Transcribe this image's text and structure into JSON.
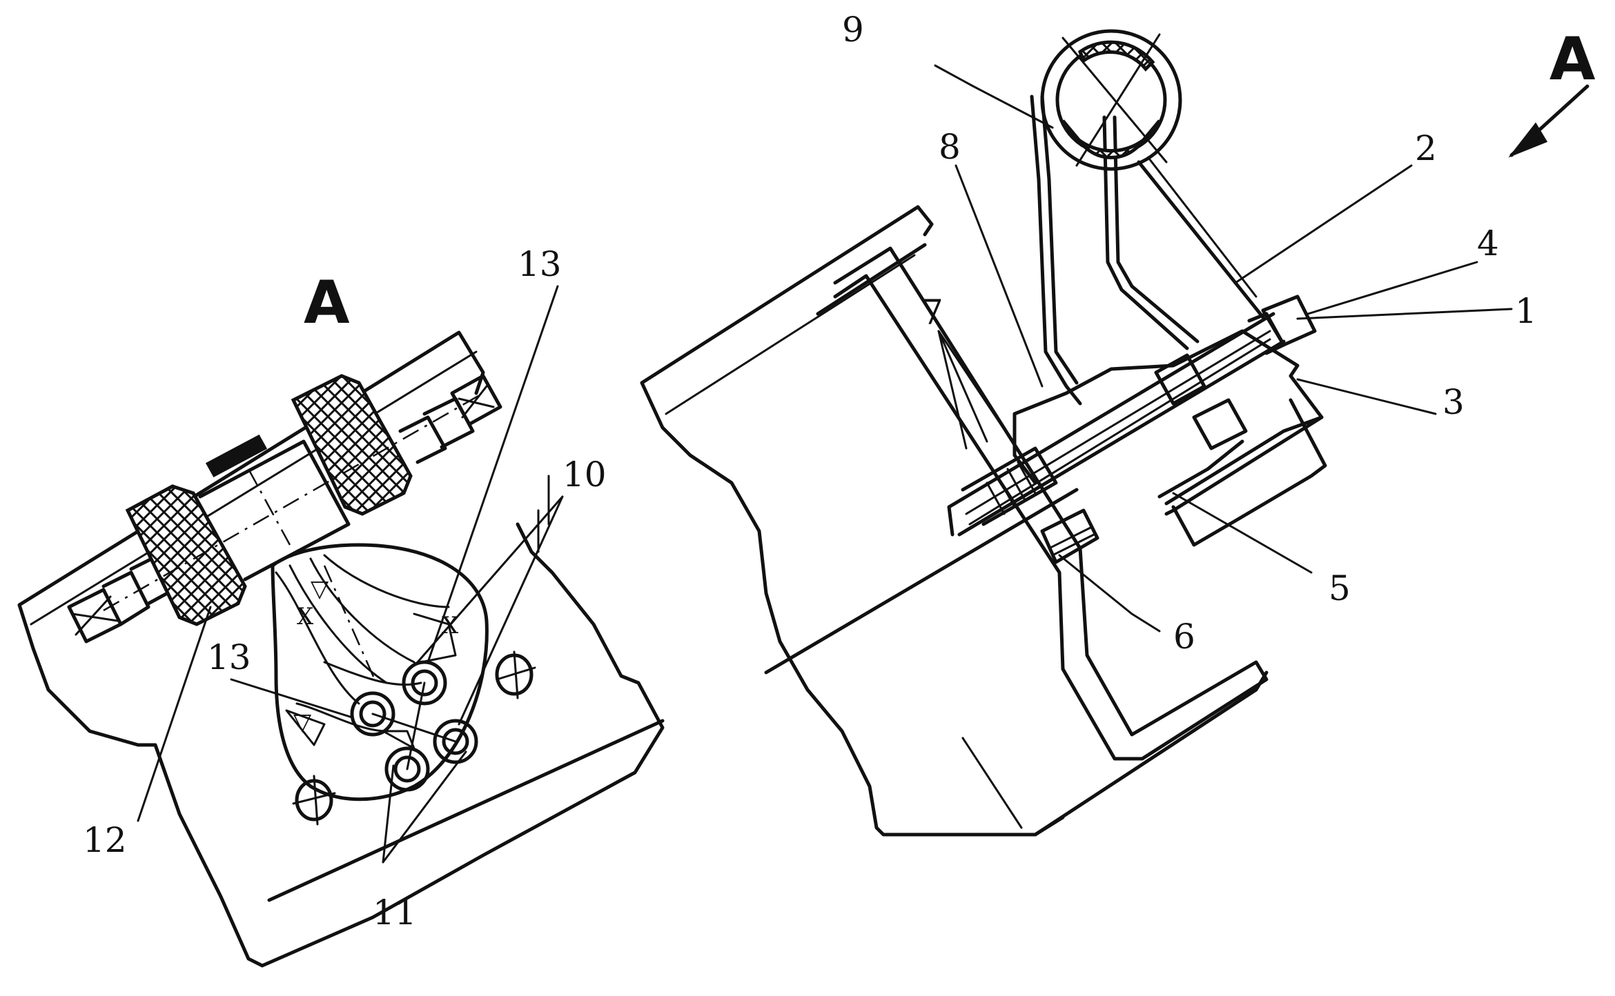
{
  "views": {
    "view_a_title": "A",
    "direction_marker": "A"
  },
  "callouts": {
    "c1": "1",
    "c2": "2",
    "c3": "3",
    "c4": "4",
    "c5": "5",
    "c6": "6",
    "c7": "7",
    "c8": "8",
    "c9": "9",
    "c10": "10",
    "c11": "11",
    "c12": "12",
    "c13_top": "13",
    "c13_left": "13"
  },
  "colors": {
    "ink": "#111111",
    "paper": "#ffffff"
  }
}
